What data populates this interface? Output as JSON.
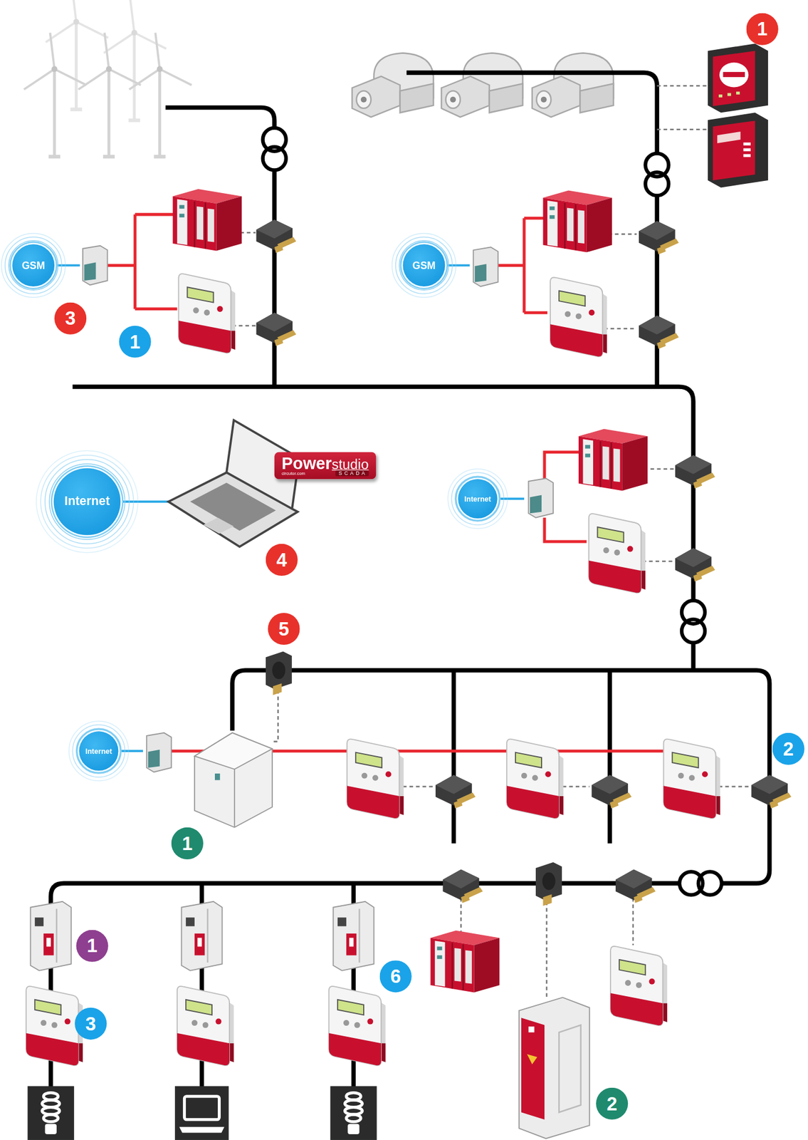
{
  "diagram": {
    "nodes": [
      {
        "text": [
          "GSM"
        ]
      },
      {
        "text": [
          "GSM"
        ]
      },
      {
        "text": [
          "Power",
          "studio",
          "circutor.com",
          "SCADA"
        ]
      },
      {
        "text": [
          "Internet"
        ]
      },
      {
        "text": [
          "Internet"
        ]
      },
      {
        "text": [
          "Internet"
        ]
      }
    ],
    "labels": [
      "1",
      "3",
      "1",
      "4",
      "5",
      "2",
      "1",
      "1",
      "6",
      "3",
      "2"
    ]
  }
}
